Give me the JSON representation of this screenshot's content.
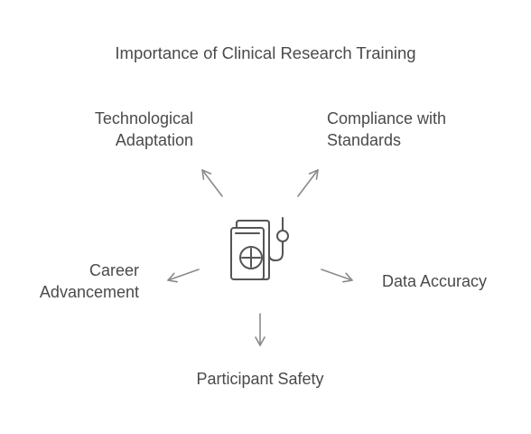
{
  "title": "Importance of Clinical Research Training",
  "center": {
    "icon": "clinical-research-book-icon"
  },
  "nodes": {
    "technological_adaptation": "Technological\nAdaptation",
    "compliance_with_standards": "Compliance with\nStandards",
    "career_advancement": "Career\nAdvancement",
    "data_accuracy": "Data Accuracy",
    "participant_safety": "Participant Safety"
  },
  "colors": {
    "text": "#4a4a4a",
    "arrow": "#8a8a8a",
    "icon": "#555555"
  }
}
